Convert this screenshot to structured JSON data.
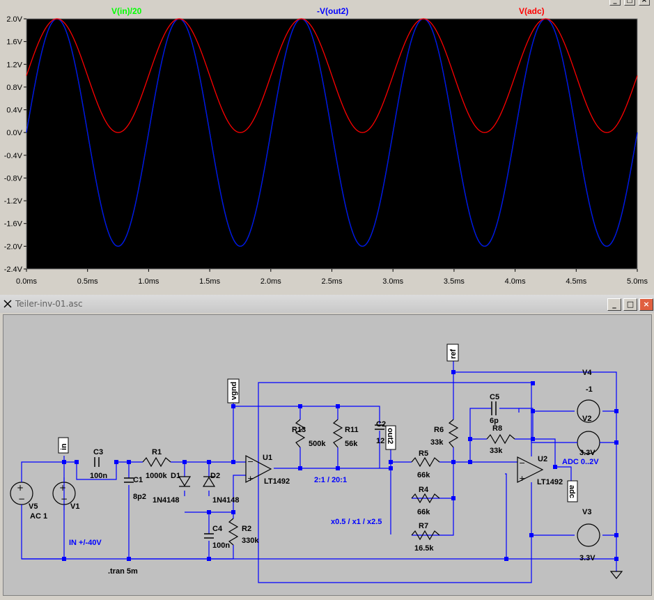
{
  "plot_window": {
    "buttons": {
      "minimize": "_",
      "maximize": "□",
      "close": "×"
    }
  },
  "chart_data": {
    "type": "line",
    "title": "",
    "xlabel": "",
    "ylabel": "",
    "xlim": [
      0,
      5
    ],
    "ylim": [
      -2.4,
      2.0
    ],
    "x_ticks": [
      "0.0ms",
      "0.5ms",
      "1.0ms",
      "1.5ms",
      "2.0ms",
      "2.5ms",
      "3.0ms",
      "3.5ms",
      "4.0ms",
      "4.5ms",
      "5.0ms"
    ],
    "y_ticks": [
      "2.0V",
      "1.6V",
      "1.2V",
      "0.8V",
      "0.4V",
      "0.0V",
      "-0.4V",
      "-0.8V",
      "-1.2V",
      "-1.6V",
      "-2.0V",
      "-2.4V"
    ],
    "grid": false,
    "background": "#000000",
    "legend_placement": "top",
    "series": [
      {
        "name": "V(in)/20",
        "color": "#00ff00",
        "function": "2*sin(2*pi*x)",
        "x_unit": "ms",
        "y_unit": "V",
        "samples": [
          [
            0,
            0
          ],
          [
            0.25,
            2.0
          ],
          [
            0.5,
            0
          ],
          [
            0.75,
            -2.0
          ],
          [
            1.0,
            0
          ],
          [
            1.25,
            2.0
          ],
          [
            1.5,
            0
          ],
          [
            1.75,
            -2.0
          ],
          [
            2.0,
            0
          ],
          [
            2.25,
            2.0
          ],
          [
            2.5,
            0
          ],
          [
            2.75,
            -2.0
          ],
          [
            3.0,
            0
          ],
          [
            3.25,
            2.0
          ],
          [
            3.5,
            0
          ],
          [
            3.75,
            -2.0
          ],
          [
            4.0,
            0
          ],
          [
            4.25,
            2.0
          ],
          [
            4.5,
            0
          ],
          [
            4.75,
            -2.0
          ],
          [
            5.0,
            0
          ]
        ]
      },
      {
        "name": "-V(out2)",
        "color": "#0000ff",
        "function": "2*sin(2*pi*x)",
        "x_unit": "ms",
        "y_unit": "V",
        "samples": [
          [
            0,
            0
          ],
          [
            0.25,
            2.0
          ],
          [
            0.5,
            0
          ],
          [
            0.75,
            -2.0
          ],
          [
            1.0,
            0
          ],
          [
            1.25,
            2.0
          ],
          [
            1.5,
            0
          ],
          [
            1.75,
            -2.0
          ],
          [
            2.0,
            0
          ],
          [
            2.25,
            2.0
          ],
          [
            2.5,
            0
          ],
          [
            2.75,
            -2.0
          ],
          [
            3.0,
            0
          ],
          [
            3.25,
            2.0
          ],
          [
            3.5,
            0
          ],
          [
            3.75,
            -2.0
          ],
          [
            4.0,
            0
          ],
          [
            4.25,
            2.0
          ],
          [
            4.5,
            0
          ],
          [
            4.75,
            -2.0
          ],
          [
            5.0,
            0
          ]
        ]
      },
      {
        "name": "V(adc)",
        "color": "#ff0000",
        "function": "1+sin(2*pi*x)",
        "x_unit": "ms",
        "y_unit": "V",
        "samples": [
          [
            0,
            1.0
          ],
          [
            0.25,
            2.0
          ],
          [
            0.5,
            1.0
          ],
          [
            0.75,
            0
          ],
          [
            1.0,
            1.0
          ],
          [
            1.25,
            2.0
          ],
          [
            1.5,
            1.0
          ],
          [
            1.75,
            0
          ],
          [
            2.0,
            1.0
          ],
          [
            2.25,
            2.0
          ],
          [
            2.5,
            1.0
          ],
          [
            2.75,
            0
          ],
          [
            3.0,
            1.0
          ],
          [
            3.25,
            2.0
          ],
          [
            3.5,
            1.0
          ],
          [
            3.75,
            0
          ],
          [
            4.0,
            1.0
          ],
          [
            4.25,
            2.0
          ],
          [
            4.5,
            1.0
          ],
          [
            4.75,
            0
          ],
          [
            5.0,
            1.0
          ]
        ]
      }
    ]
  },
  "schematic_window": {
    "title": "Teiler-inv-01.asc",
    "buttons": {
      "minimize": "_",
      "maximize": "□",
      "close": "×"
    }
  },
  "schematic": {
    "labels": {
      "in": "in",
      "vgnd": "vgnd",
      "out2": "out2",
      "ref": "ref",
      "adc": "adc",
      "C3": "C3",
      "C3_val": "100n",
      "R1": "R1",
      "R1_val": "1000k",
      "C1": "C1",
      "C1_val": "8p2",
      "D1": "D1",
      "D1_val": "1N4148",
      "D2": "D2",
      "D2_val": "1N4148",
      "C4": "C4",
      "C4_val": "100n",
      "R2": "R2",
      "R2_val": "330k",
      "U1": "U1",
      "U1_val": "LT1492",
      "R13": "R13",
      "R13_val": "500k",
      "R11": "R11",
      "R11_val": "56k",
      "C2": "C2",
      "C2_val": "12",
      "R5": "R5",
      "R5_val": "66k",
      "R4": "R4",
      "R4_val": "66k",
      "R7": "R7",
      "R7_val": "16.5k",
      "R6": "R6",
      "R6_val": "33k",
      "C5": "C5",
      "C5_val": "6p",
      "R8": "R8",
      "R8_val": "33k",
      "U2": "U2",
      "U2_val": "LT1492",
      "V4": "V4",
      "V4_val": "-1",
      "V2": "V2",
      "V2_val": "3.3V",
      "V3": "V3",
      "V3_val": "3.3V",
      "V5": "V5",
      "V5_val": "AC 1",
      "V1": "V1",
      "note_in": "IN +/-40V",
      "note_ratio": "2:1 / 20:1",
      "note_gain": "x0.5 / x1 / x2.5",
      "note_adc": "ADC 0..2V",
      "tran": ".tran 5m"
    }
  }
}
